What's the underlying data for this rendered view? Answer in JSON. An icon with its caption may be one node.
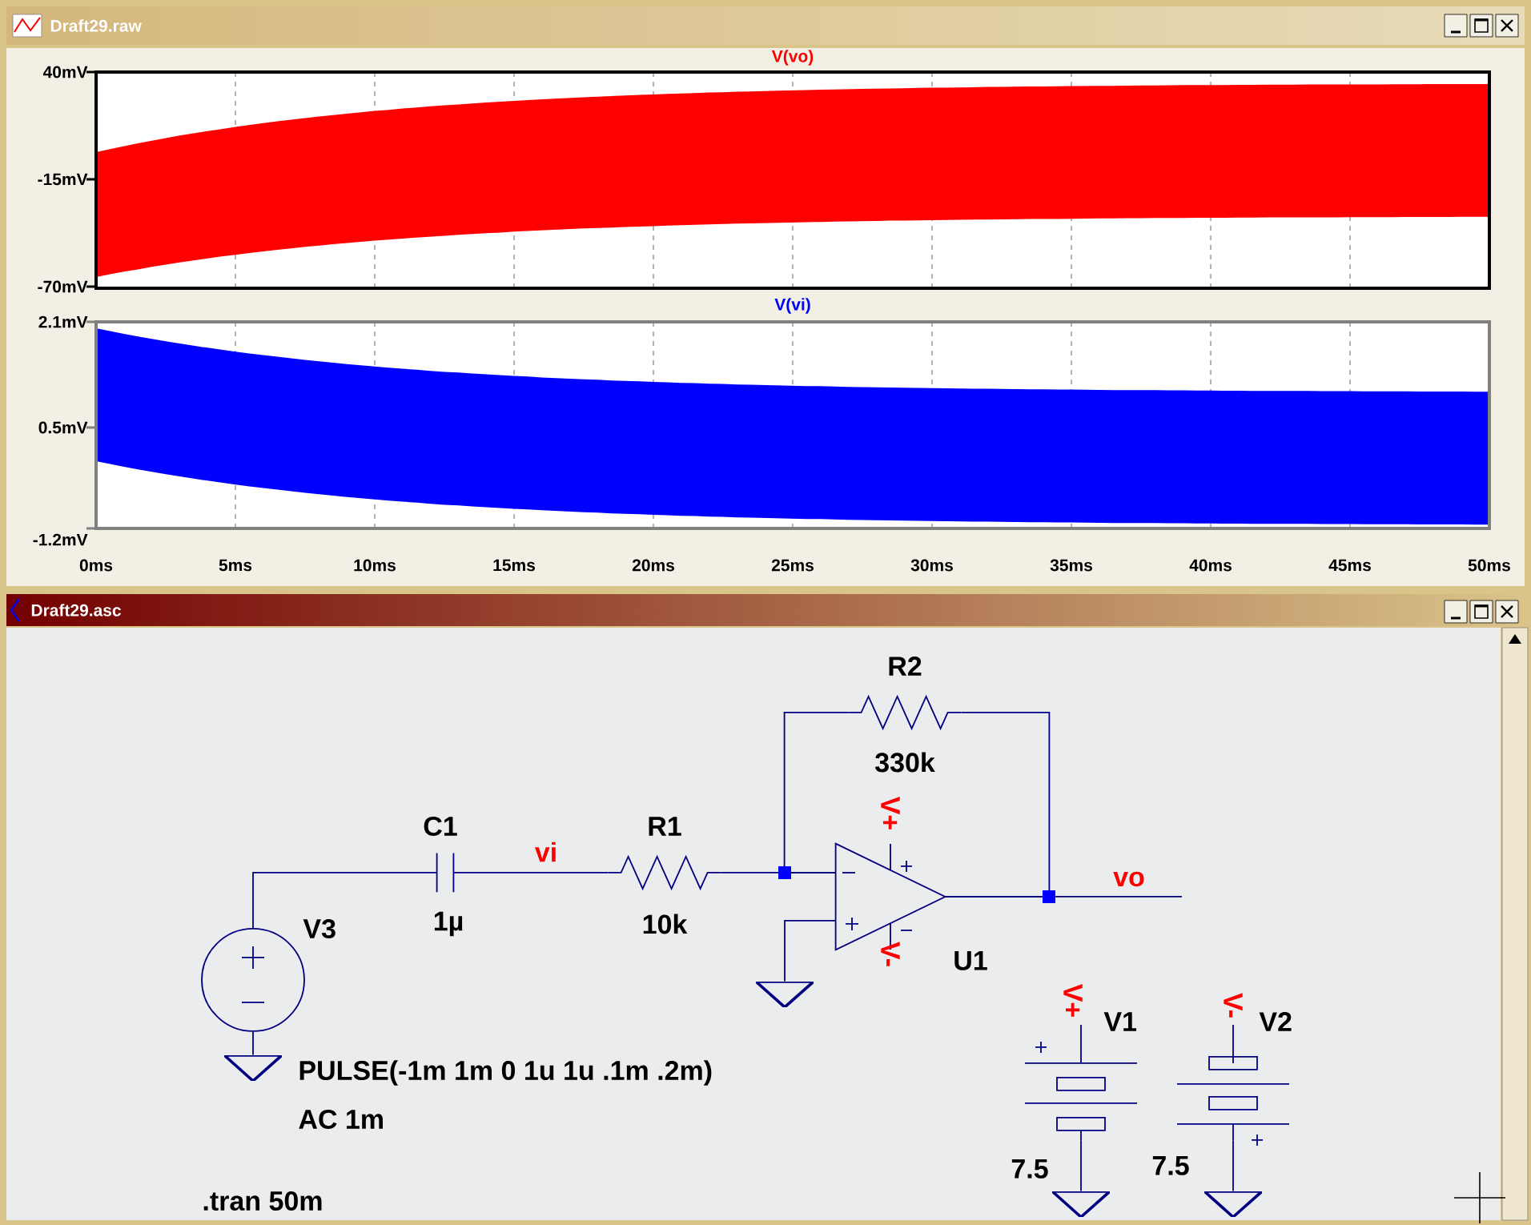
{
  "diagram": {
    "nodes": [
      {
        "text": [
          "V3",
          "PULSE(-1m 1m 0 1u 1u .1m .2m)",
          "AC 1m"
        ]
      },
      {
        "text": [
          "C1",
          "1µ"
        ]
      },
      {
        "text": [
          "R1",
          "10k"
        ]
      },
      {
        "text": [
          "R2",
          "330k"
        ]
      },
      {
        "text": [
          "U1"
        ]
      },
      {
        "text": [
          "V1",
          "7.5"
        ]
      },
      {
        "text": [
          "V2",
          "7.5"
        ]
      },
      {
        "text": [],
        "shape": "triangle"
      },
      {
        "text": [],
        "shape": "triangle"
      },
      {
        "text": [],
        "shape": "triangle"
      },
      {
        "text": [],
        "shape": "triangle"
      }
    ],
    "edges": [
      {
        "from": 0,
        "to": 1,
        "arrow": "none"
      },
      {
        "from": 1,
        "to": 2,
        "arrow": "none",
        "label": "vi"
      },
      {
        "from": 2,
        "to": 4,
        "arrow": "none"
      },
      {
        "from": 3,
        "to": 4,
        "arrow": "none"
      },
      {
        "from": 4,
        "to": 3,
        "arrow": "none"
      },
      {
        "from": 4,
        "to": null,
        "arrow": "none",
        "label": "vo"
      },
      {
        "from": 0,
        "to": 7,
        "arrow": "none"
      },
      {
        "from": 4,
        "to": 8,
        "arrow": "none"
      },
      {
        "from": 5,
        "to": 9,
        "arrow": "none"
      },
      {
        "from": 6,
        "to": 10,
        "arrow": "none"
      }
    ],
    "labels": [
      "Draft29.raw",
      "V(vo)",
      "40mV",
      "-15mV",
      "-70mV",
      "V(vi)",
      "2.1mV",
      "0.5mV",
      "-1.2mV",
      "0ms",
      "5ms",
      "10ms",
      "15ms",
      "20ms",
      "25ms",
      "30ms",
      "35ms",
      "40ms",
      "45ms",
      "50ms",
      "Draft29.asc",
      "V+",
      "V-",
      "V+",
      "V-",
      ".tran 50m"
    ]
  }
}
